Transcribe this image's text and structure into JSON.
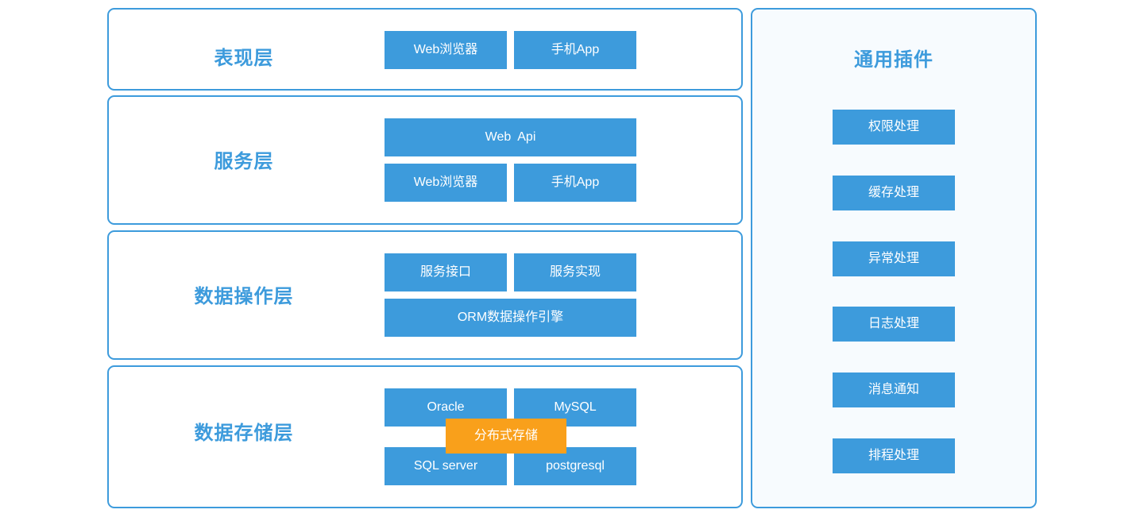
{
  "colors": {
    "accent_blue": "#3d9bdc",
    "node_blue": "#3d9bdc",
    "highlight_orange": "#f9a01b",
    "panel_tint": "#f7fbfe",
    "page_background": "#ffffff",
    "node_text": "#ffffff"
  },
  "layers": [
    {
      "title": "表现层",
      "nodes": [
        {
          "label": "Web浏览器"
        },
        {
          "label": "手机App"
        }
      ]
    },
    {
      "title": "服务层",
      "nodes": [
        {
          "label": "Web  Api"
        },
        {
          "label": "Web浏览器"
        },
        {
          "label": "手机App"
        }
      ]
    },
    {
      "title": "数据操作层",
      "nodes": [
        {
          "label": "服务接口"
        },
        {
          "label": "服务实现"
        },
        {
          "label": "ORM数据操作引擎"
        }
      ]
    },
    {
      "title": "数据存储层",
      "nodes": [
        {
          "label": "Oracle"
        },
        {
          "label": "MySQL"
        },
        {
          "label": "SQL server"
        },
        {
          "label": "postgresql"
        }
      ],
      "overlay_node": {
        "label": "分布式存储"
      }
    }
  ],
  "plugins": {
    "title": "通用插件",
    "items": [
      {
        "label": "权限处理"
      },
      {
        "label": "缓存处理"
      },
      {
        "label": "异常处理"
      },
      {
        "label": "日志处理"
      },
      {
        "label": "消息通知"
      },
      {
        "label": "排程处理"
      }
    ]
  }
}
